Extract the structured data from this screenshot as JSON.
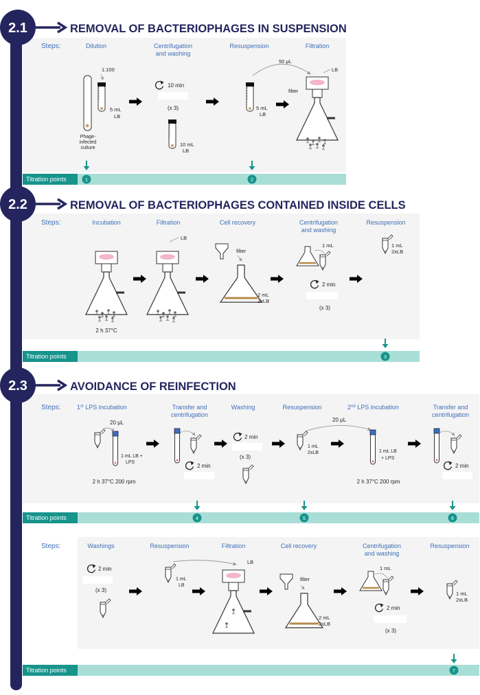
{
  "colors": {
    "navy": "#24255e",
    "teal": "#17948c",
    "teal_light": "#a9ded7",
    "panel": "#f4f4f4",
    "label_blue": "#3f6fb5",
    "pink": "#e57ea6",
    "lps_blue": "#3b6fc0"
  },
  "section1": {
    "number": "2.1",
    "title": "REMOVAL OF BACTERIOPHAGES IN SUSPENSION",
    "steps_label": "Steps:",
    "labels": {
      "dilution": "Dilution",
      "centrifugation_l1": "Centrifugation",
      "centrifugation_l2": "and washing",
      "resuspension": "Resuspension",
      "filtration": "Filtration"
    },
    "dilution_ratio": "1:100",
    "vol_5ml": "5 mL",
    "lb": "LB",
    "phage_l1": "Phage-",
    "phage_l2": "infected",
    "phage_l3": "culture",
    "time": "10 min",
    "repeat": "(x 3)",
    "vol_10ml": "10 mL",
    "vol_50ul": "50 μL",
    "filter": "filter",
    "titration_label": "Titration points",
    "titration_points": [
      "1",
      "2"
    ]
  },
  "section2": {
    "number": "2.2",
    "title": "REMOVAL OF BACTERIOPHAGES CONTAINED INSIDE CELLS",
    "steps_label": "Steps:",
    "labels": {
      "incubation": "Incubation",
      "filtration": "Filtration",
      "cell_recovery": "Cell recovery",
      "centrifugation_l1": "Centrifugation",
      "centrifugation_l2": "and washing",
      "resuspension": "Resuspension"
    },
    "incubation_conditions": "2 h 37°C",
    "lb": "LB",
    "filter": "filter",
    "vol_2ml": "2 mL",
    "two_xlb": "2xLB",
    "vol_1ml": "1 mL",
    "time": "2 min",
    "repeat": "(x 3)",
    "titration_label": "Titration points",
    "titration_points": [
      "3"
    ]
  },
  "section3": {
    "number": "2.3",
    "title": "AVOIDANCE OF REINFECTION",
    "steps_label": "Steps:",
    "labels": {
      "lps1_l1": "1",
      "lps1_sup": "st",
      "lps1_l2": " LPS incubation",
      "transfer_l1": "Transfer and",
      "transfer_l2": "centrifugation",
      "washing": "Washing",
      "resuspension": "Resuspension",
      "lps2_l1": "2",
      "lps2_sup": "nd",
      "lps2_l2": " LPS incubation"
    },
    "vol_20ul": "20 μL",
    "lb_lps_l1": "1 mL LB +",
    "lb_lps_l2": "LPS",
    "lb_lps2_l1": "1 mL LB",
    "lb_lps2_l2": "+ LPS",
    "conditions": "2 h 37°C 200 rpm",
    "time": "2 min",
    "repeat": "(x 3)",
    "vol_1ml": "1 mL",
    "two_xlb": "2xLB",
    "titration_label": "Titration points",
    "titration_points": [
      "4",
      "5",
      "6"
    ]
  },
  "section4": {
    "steps_label": "Steps:",
    "labels": {
      "washings": "Washings",
      "resuspension": "Resuspension",
      "filtration": "Filtration",
      "cell_recovery": "Cell recovery",
      "centrifugation_l1": "Centrifugation",
      "centrifugation_l2": "and washing",
      "resuspension2": "Resuspension"
    },
    "time": "2 min",
    "repeat": "(x 3)",
    "vol_1ml": "1 mL",
    "lb": "LB",
    "filter": "filter",
    "vol_2ml": "2 mL",
    "two_xlb": "2xLB",
    "titration_label": "Titration points",
    "titration_points": [
      "7"
    ]
  }
}
